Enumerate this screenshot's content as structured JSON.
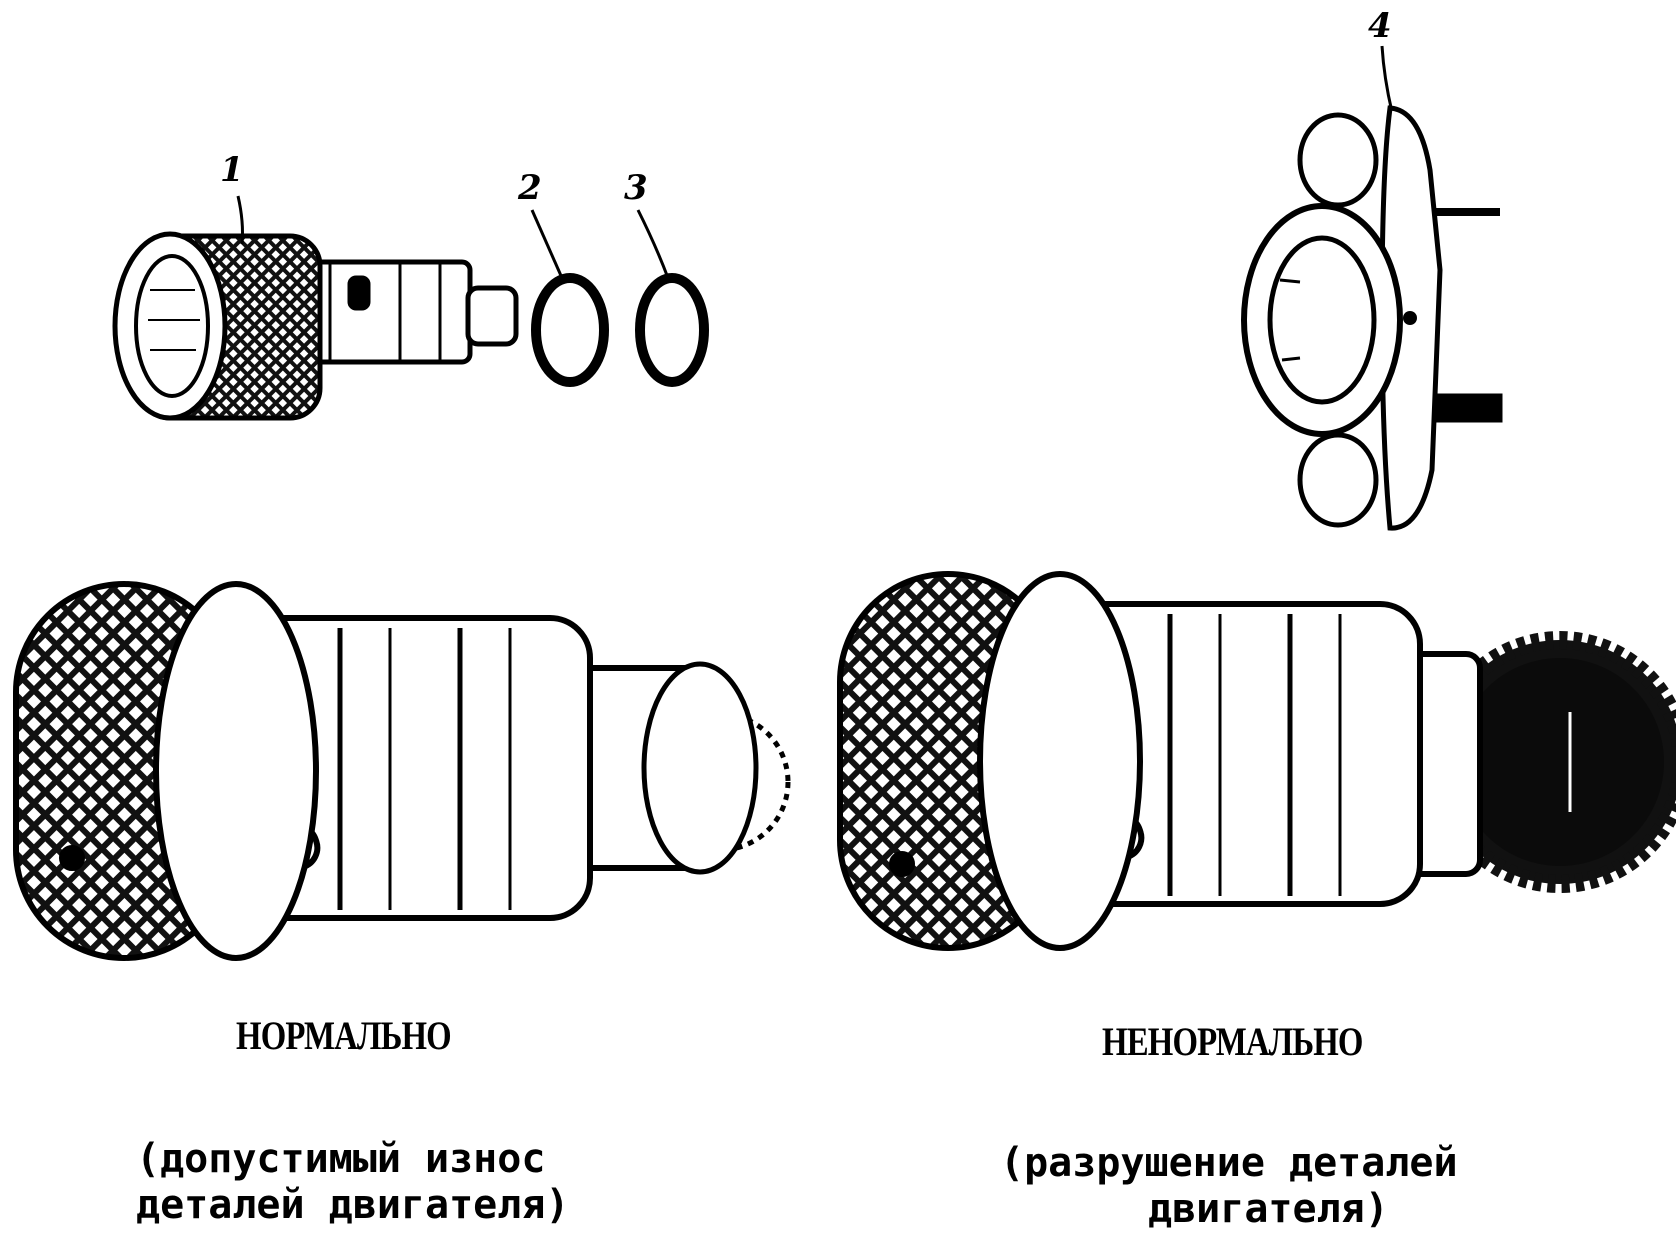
{
  "callouts": {
    "c1": "1",
    "c2": "2",
    "c3": "3",
    "c4": "4"
  },
  "normal": {
    "title": "НОРМАЛЬНО",
    "note_line1": "(допустимый износ",
    "note_line2": "деталей двигателя)"
  },
  "abnormal": {
    "title": "НЕНОРМАЛЬНО",
    "note_line1": "(разрушение деталей",
    "note_line2": "двигателя)"
  }
}
